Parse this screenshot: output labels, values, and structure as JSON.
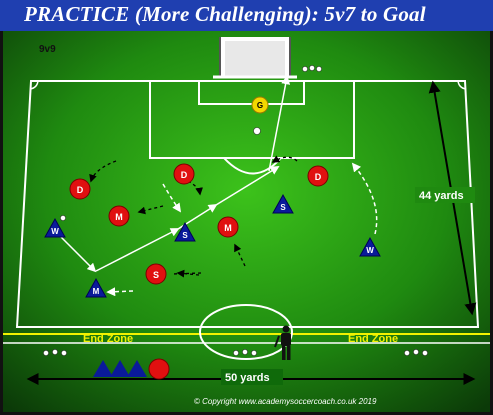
{
  "title": "PRACTICE (More Challenging): 5v7 to Goal",
  "format_label": "9v9",
  "length_label": "44 yards",
  "width_label": "50 yards",
  "end_zone_left": "End Zone",
  "end_zone_right": "End Zone",
  "copyright": "© Copyright www.academysoccercoach.co.uk 2019",
  "colors": {
    "title_bg": "#1f3fb0",
    "grass_light": "#3cc21b",
    "grass_dark": "#0b3a08",
    "end_zone_line": "#f2f200",
    "defender_red": "#e01010",
    "attacker_blue": "#0a1a9a",
    "goalkeeper_yellow": "#f5d800"
  },
  "players": {
    "goalkeeper": "G",
    "defenders": [
      "D",
      "D",
      "D"
    ],
    "midfield_reds": [
      "M",
      "M"
    ],
    "striker_red": "S",
    "attackers": [
      {
        "label": "W",
        "side": "left"
      },
      {
        "label": "S",
        "side": "centre-left"
      },
      {
        "label": "S",
        "side": "centre-right"
      },
      {
        "label": "W",
        "side": "right"
      },
      {
        "label": "M",
        "side": "bottom"
      }
    ]
  },
  "icons": [
    "soccer-ball-icon",
    "cone-icon",
    "coach-figure-icon",
    "player-disc-icon",
    "player-triangle-icon"
  ]
}
